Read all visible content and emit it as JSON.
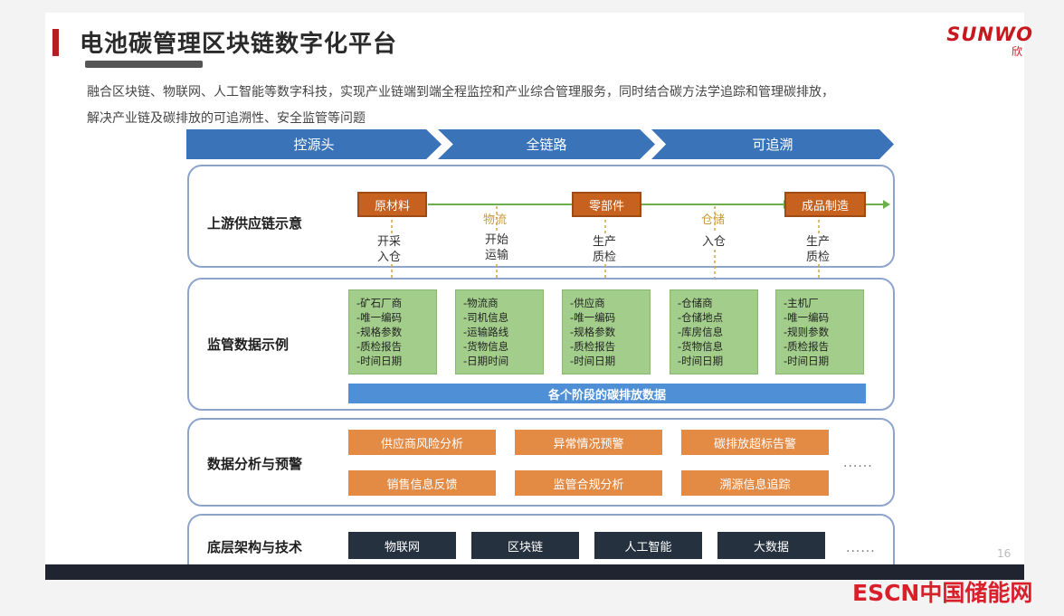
{
  "header": {
    "title": "电池碳管理区块链数字化平台",
    "brand": "SUNWO",
    "brand_sub": "欣"
  },
  "description": {
    "line1": "融合区块链、物联网、人工智能等数字科技，实现产业链端到端全程监控和产业综合管理服务，同时结合碳方法学追踪和管理碳排放，",
    "line2": "解决产业链及碳排放的可追溯性、安全监管等问题"
  },
  "stages": [
    "控源头",
    "全链路",
    "可追溯"
  ],
  "upstream": {
    "title": "上游供应链示意",
    "nodes": [
      "原材料",
      "零部件",
      "成品制造"
    ],
    "mid_labels": [
      "物流",
      "仓储"
    ],
    "subs": [
      {
        "l1": "开采",
        "l2": "入仓"
      },
      {
        "l1": "开始",
        "l2": "运输"
      },
      {
        "l1": "生产",
        "l2": "质检"
      },
      {
        "l1": "入仓",
        "l2": ""
      },
      {
        "l1": "生产",
        "l2": "质检"
      }
    ]
  },
  "monitoring": {
    "title": "监管数据示例",
    "cards": [
      [
        "-矿石厂商",
        "-唯一编码",
        "-规格参数",
        "-质检报告",
        "-时间日期"
      ],
      [
        "-物流商",
        "-司机信息",
        "-运输路线",
        "-货物信息",
        "-日期时间"
      ],
      [
        "-供应商",
        "-唯一编码",
        "-规格参数",
        "-质检报告",
        "-时间日期"
      ],
      [
        "-仓储商",
        "-仓储地点",
        "-库房信息",
        "-货物信息",
        "-时间日期"
      ],
      [
        "-主机厂",
        "-唯一编码",
        "-规则参数",
        "-质检报告",
        "-时间日期"
      ]
    ],
    "carbon_bar": "各个阶段的碳排放数据"
  },
  "analysis": {
    "title": "数据分析与预警",
    "items": [
      "供应商风险分析",
      "异常情况预警",
      "碳排放超标告警",
      "销售信息反馈",
      "监管合规分析",
      "溯源信息追踪"
    ],
    "more": "......"
  },
  "infra": {
    "title": "底层架构与技术",
    "items": [
      "物联网",
      "区块链",
      "人工智能",
      "大数据"
    ],
    "more": "......"
  },
  "page_number": "16",
  "watermark": "ESCN中国储能网",
  "colors": {
    "accent_red": "#b22020",
    "chevron_blue": "#3a73b8",
    "node_orange": "#c6611f",
    "card_green": "#a2cd8b",
    "analysis_orange": "#e38a45",
    "infra_dark": "#25313f"
  }
}
